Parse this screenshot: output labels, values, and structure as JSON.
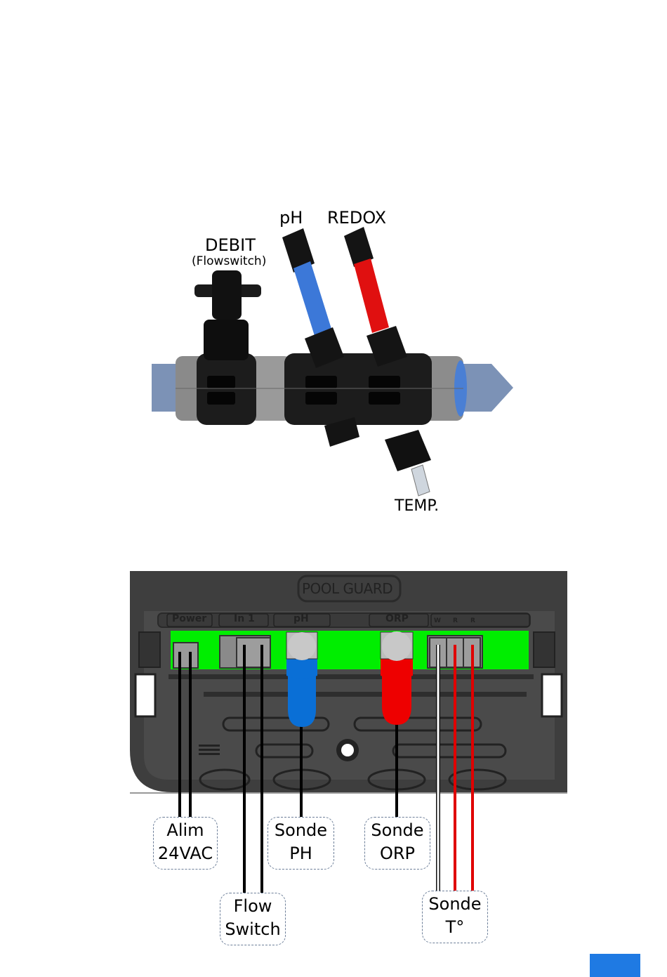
{
  "sensor_manifold": {
    "debit_label": "DEBIT",
    "debit_sub": "(Flowswitch)",
    "ph_label": "pH",
    "redox_label": "REDOX",
    "temp_label": "TEMP."
  },
  "controller": {
    "brand": "POOL GUARD",
    "terminals": {
      "power": "Power",
      "in1": "In 1",
      "ph": "pH",
      "orp": "ORP",
      "temp_w": "W",
      "temp_r1": "R",
      "temp_r2": "R"
    }
  },
  "wire_labels": {
    "alim_line1": "Alim",
    "alim_line2": "24VAC",
    "flow_line1": "Flow",
    "flow_line2": "Switch",
    "sonde_ph_line1": "Sonde",
    "sonde_ph_line2": "PH",
    "sonde_orp_line1": "Sonde",
    "sonde_orp_line2": "ORP",
    "sonde_t_line1": "Sonde",
    "sonde_t_line2": "T°"
  },
  "colors": {
    "ph_cable": "#3c78d8",
    "redox_cable": "#e01010",
    "terminal_green": "#00ee00",
    "ph_probe": "#0a6fd6",
    "orp_probe": "#ee0000",
    "page_tab": "#1f7ae3"
  }
}
